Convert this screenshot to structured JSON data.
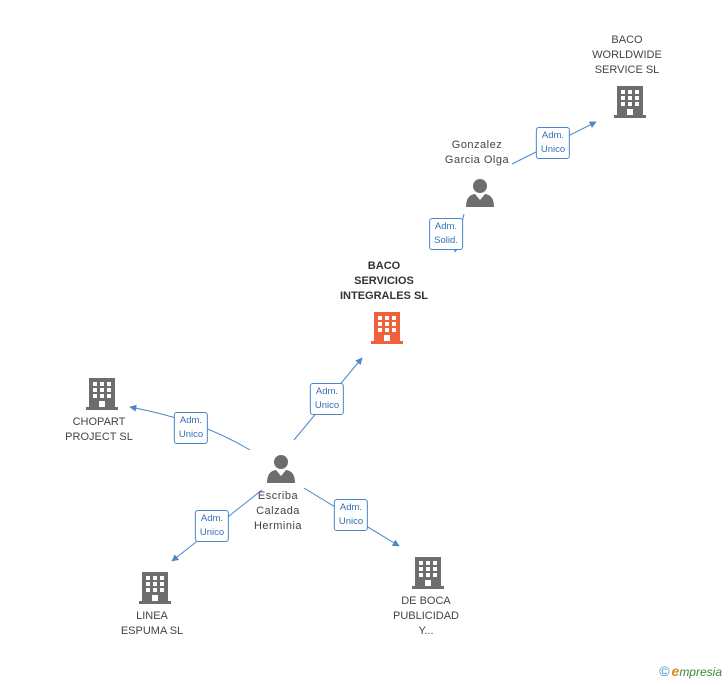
{
  "nodes": {
    "baco_worldwide": {
      "name": "BACO\nWORLDWIDE\nSERVICE SL",
      "type": "company"
    },
    "gonzalez": {
      "name": "Gonzalez\nGarcia Olga",
      "type": "person"
    },
    "baco_servicios": {
      "name": "BACO\nSERVICIOS\nINTEGRALES SL",
      "type": "company",
      "highlight": true
    },
    "chopart": {
      "name": "CHOPART\nPROJECT SL",
      "type": "company"
    },
    "escriba": {
      "name": "Escriba\nCalzada\nHerminia",
      "type": "person"
    },
    "linea": {
      "name": "LINEA\nESPUMA SL",
      "type": "company"
    },
    "deboca": {
      "name": "DE BOCA\nPUBLICIDAD\nY...",
      "type": "company"
    }
  },
  "relations": {
    "r1": "Adm.\nUnico",
    "r2": "Adm.\nSolid.",
    "r3": "Adm.\nUnico",
    "r4": "Adm.\nUnico",
    "r5": "Adm.\nUnico",
    "r6": "Adm.\nUnico"
  },
  "colors": {
    "company": "#6d6d6d",
    "highlight": "#f0603a",
    "person": "#6d6d6d",
    "link": "#4a86c8"
  },
  "footer": {
    "copyright": "©",
    "brand_e": "e",
    "brand_rest": "mpresia"
  }
}
